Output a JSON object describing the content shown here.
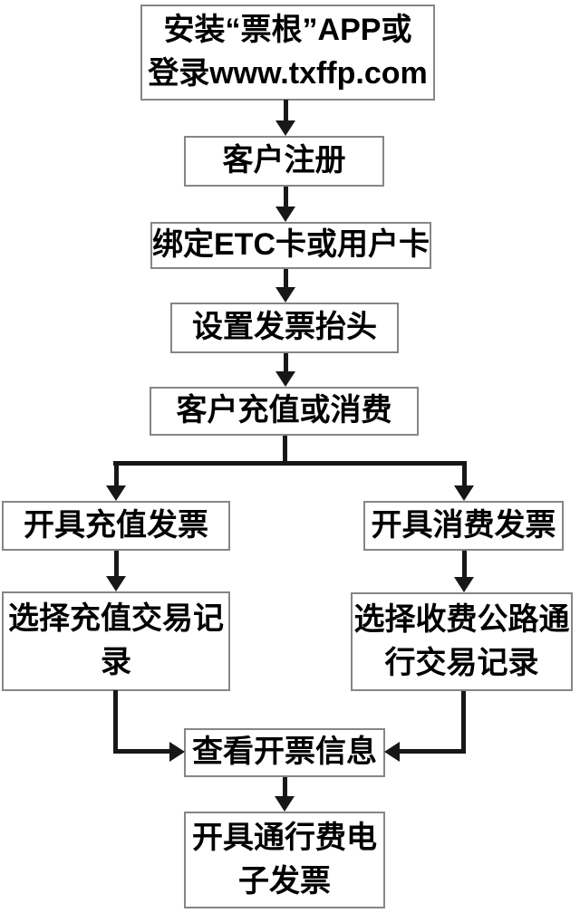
{
  "flowchart": {
    "description": "ETC toll e-invoice issuing process flowchart",
    "colors": {
      "background": "#ffffff",
      "box_border": "#868686",
      "box_fill": "#ffffff",
      "text": "#000000",
      "arrow": "#171717"
    },
    "nodes": {
      "install": {
        "label": "安装“票根”APP或\n登录www.txffp.com"
      },
      "register": {
        "label": "客户注册"
      },
      "bind_card": {
        "label": "绑定ETC卡或用户卡"
      },
      "invoice_title": {
        "label": "设置发票抬头"
      },
      "recharge_or_consume": {
        "label": "客户充值或消费"
      },
      "issue_recharge_invoice": {
        "label": "开具充值发票"
      },
      "issue_consume_invoice": {
        "label": "开具消费发票"
      },
      "select_recharge_records": {
        "label": "选择充值交易记\n录"
      },
      "select_toll_records": {
        "label": "选择收费公路通\n行交易记录"
      },
      "view_invoice_info": {
        "label": "查看开票信息"
      },
      "issue_etoll_invoice": {
        "label": "开具通行费电\n子发票"
      }
    }
  }
}
